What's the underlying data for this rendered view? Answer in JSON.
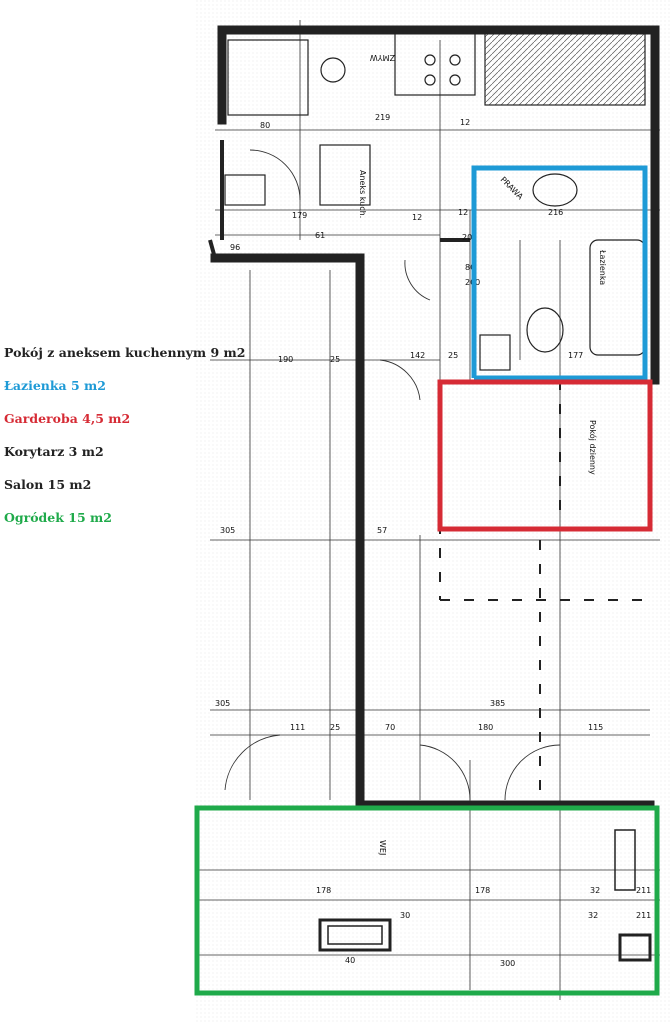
{
  "legend": [
    {
      "label": "Pokój z aneksem kuchennym 9 m2",
      "color": "#222222"
    },
    {
      "label": "Łazienka 5 m2",
      "color": "#1e9ad6"
    },
    {
      "label": "Garderoba 4,5 m2",
      "color": "#d62b35"
    },
    {
      "label": "Korytarz 3 m2",
      "color": "#222222"
    },
    {
      "label": "Salon 15 m2",
      "color": "#222222"
    },
    {
      "label": "Ogródek 15 m2",
      "color": "#1faa4a"
    }
  ],
  "highlight_colors": {
    "walls": "#222222",
    "bathroom": "#1e9ad6",
    "wardrobe": "#d62b35",
    "garden": "#1faa4a"
  },
  "plan_labels": {
    "kitchen_room": "Aneks kuch.",
    "bathroom": "Łazienka",
    "child_room": "Pokój dzienny",
    "lodowka": "ZMYW",
    "entry": "WEJ",
    "prawa": "PRAWA"
  },
  "dimensions": [
    "80",
    "219",
    "12",
    "216",
    "12",
    "179",
    "12",
    "61",
    "80",
    "200",
    "142",
    "25",
    "177",
    "190",
    "25",
    "305",
    "57",
    "305",
    "385",
    "111",
    "25",
    "70",
    "180",
    "115",
    "178",
    "30",
    "178",
    "32",
    "211",
    "40",
    "300",
    "32",
    "211",
    "96",
    "20"
  ]
}
